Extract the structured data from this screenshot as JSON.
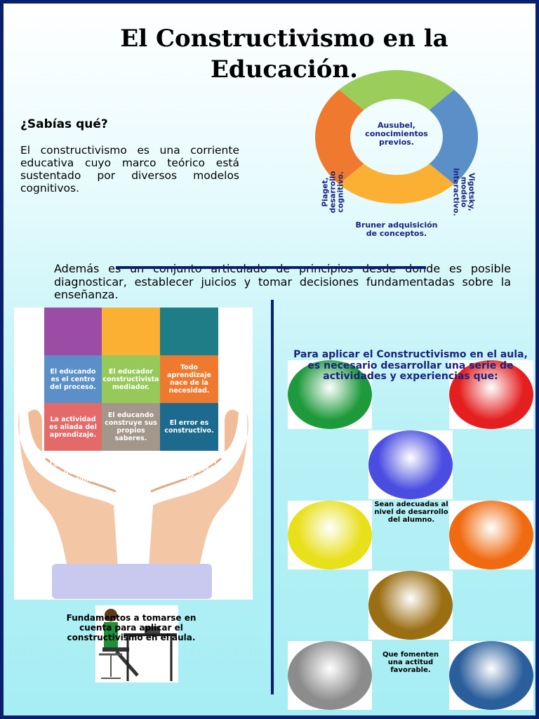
{
  "title": "El Constructivismo en la Educación.",
  "sabias": {
    "heading": "¿Sabías qué?",
    "text": "El constructivismo es una corriente educativa cuyo marco teórico está sustentado por diversos modelos cognitivos."
  },
  "donut": {
    "center": "Ausubel, conocimientos previos.",
    "left": "Piaget, desarrollo cognitivo.",
    "right": "Vigotsky, modelo interactivo.",
    "bottom": "Bruner adquisición de conceptos.",
    "colors": [
      "#9acd5a",
      "#5b8fc7",
      "#fbb034",
      "#ef7a2f"
    ]
  },
  "ademas": "Además es un conjunto articulado de principios desde donde es posible diagnosticar, establecer juicios y tomar decisiones fundamentadas sobre la enseñanza.",
  "principles": {
    "cells": [
      {
        "text": "",
        "color": "#9b4da6"
      },
      {
        "text": "",
        "color": "#fbb034"
      },
      {
        "text": "",
        "color": "#1f7d87"
      },
      {
        "text": "El educando es el centro del proceso.",
        "color": "#5b8fc7"
      },
      {
        "text": "El educador constructivista mediador.",
        "color": "#96c95a"
      },
      {
        "text": "Todo aprendizaje nace de la necesidad.",
        "color": "#ef7a2f"
      },
      {
        "text": "La actividad es aliada del aprendizaje.",
        "color": "#e46a6a"
      },
      {
        "text": "El educando construye sus propios saberes.",
        "color": "#a3968a"
      },
      {
        "text": "El error es constructivo.",
        "color": "#1c6a8e"
      }
    ],
    "under_left": "La elevación de la autoestima.",
    "under_right": "El rescate del rol primigenio del docente."
  },
  "fundamentos": "Fundamentos a tomarse en cuenta para aplicar el constructivismo en el aula.",
  "aplicar": "Para aplicar el Constructivismo en el aula, es necesario desarrollar una serie de actividades y experiencias que:",
  "notes": {
    "n1": "Sean adecuadas al nivel de desarrollo del alumno.",
    "n2": "Que fomenten una actitud favorable."
  },
  "spheres": [
    {
      "name": "green",
      "color": "#1e9a3c"
    },
    {
      "name": "red",
      "color": "#e51f1f"
    },
    {
      "name": "blue",
      "color": "#4a4de0"
    },
    {
      "name": "yellow",
      "color": "#e8e01a"
    },
    {
      "name": "orange",
      "color": "#f06a10"
    },
    {
      "name": "brown",
      "color": "#9a6e12"
    },
    {
      "name": "gray",
      "color": "#8c8c8c"
    },
    {
      "name": "steel-blue",
      "color": "#2b5f9c"
    }
  ]
}
